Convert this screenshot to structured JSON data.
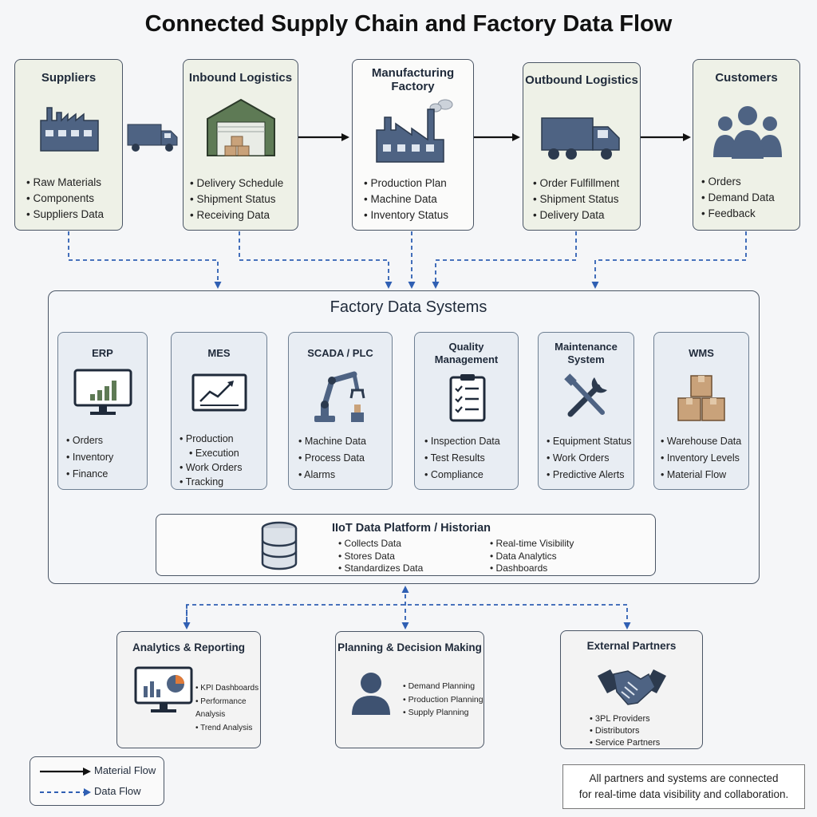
{
  "title": "Connected Supply Chain and Factory Data Flow",
  "stages": [
    {
      "name": "Suppliers",
      "icon": "factory-icon",
      "items": [
        "Raw Materials",
        "Components",
        "Suppliers Data"
      ]
    },
    {
      "name": "Inbound Logistics",
      "icon": "warehouse-icon",
      "items": [
        "Delivery Schedule",
        "Shipment Status",
        "Receiving Data"
      ]
    },
    {
      "name_line1": "Manufacturing",
      "name_line2": "Factory",
      "icon": "factory-icon",
      "items": [
        "Production Plan",
        "Machine Data",
        "Inventory Status"
      ]
    },
    {
      "name": "Outbound Logistics",
      "icon": "truck-icon",
      "items": [
        "Order Fulfillment",
        "Shipment Status",
        "Delivery Data"
      ]
    },
    {
      "name": "Customers",
      "icon": "people-icon",
      "items": [
        "Orders",
        "Demand Data",
        "Feedback"
      ]
    }
  ],
  "factory_data_systems": {
    "title": "Factory Data Systems",
    "systems": [
      {
        "name": "ERP",
        "icon": "monitor-chart-icon",
        "items": [
          "Orders",
          "Inventory",
          "Finance"
        ]
      },
      {
        "name": "MES",
        "icon": "trend-chart-icon",
        "items": [
          "Production",
          "Execution",
          "Work Orders",
          "Tracking"
        ]
      },
      {
        "name": "SCADA / PLC",
        "icon": "robot-arm-icon",
        "items": [
          "Machine Data",
          "Process Data",
          "Alarms"
        ]
      },
      {
        "name_line1": "Quality",
        "name_line2": "Management",
        "icon": "checklist-icon",
        "items": [
          "Inspection Data",
          "Test Results",
          "Compliance"
        ]
      },
      {
        "name_line1": "Maintenance",
        "name_line2": "System",
        "icon": "tools-icon",
        "items": [
          "Equipment Status",
          "Work Orders",
          "Predictive Alerts"
        ]
      },
      {
        "name": "WMS",
        "icon": "boxes-icon",
        "items": [
          "Warehouse Data",
          "Inventory Levels",
          "Material Flow"
        ]
      }
    ],
    "platform": {
      "title": "IIoT Data Platform / Historian",
      "icon": "database-icon",
      "left_items": [
        "Collects Data",
        "Stores Data",
        "Standardizes Data"
      ],
      "right_items": [
        "Real-time Visibility",
        "Data Analytics",
        "Dashboards"
      ]
    }
  },
  "consumers": [
    {
      "name": "Analytics & Reporting",
      "icon": "monitor-pie-icon",
      "items": [
        "KPI Dashboards",
        "Performance Analysis",
        "Trend Analysis"
      ]
    },
    {
      "name": "Planning & Decision Making",
      "icon": "person-icon",
      "items": [
        "Demand Planning",
        "Production Planning",
        "Supply Planning"
      ]
    },
    {
      "name": "External Partners",
      "icon": "handshake-icon",
      "items": [
        "3PL Providers",
        "Distributors",
        "Service Partners"
      ]
    }
  ],
  "legend": {
    "material_flow": "Material Flow",
    "data_flow": "Data Flow"
  },
  "note": {
    "line1": "All partners and systems are connected",
    "line2": "for real-time data visibility and collaboration."
  },
  "colors": {
    "data_flow": "#2f5fb3",
    "material_flow": "#111111",
    "icon_slate": "#4e6383",
    "box_accent": "#c9a27a",
    "warehouse_green": "#5e7a55"
  }
}
